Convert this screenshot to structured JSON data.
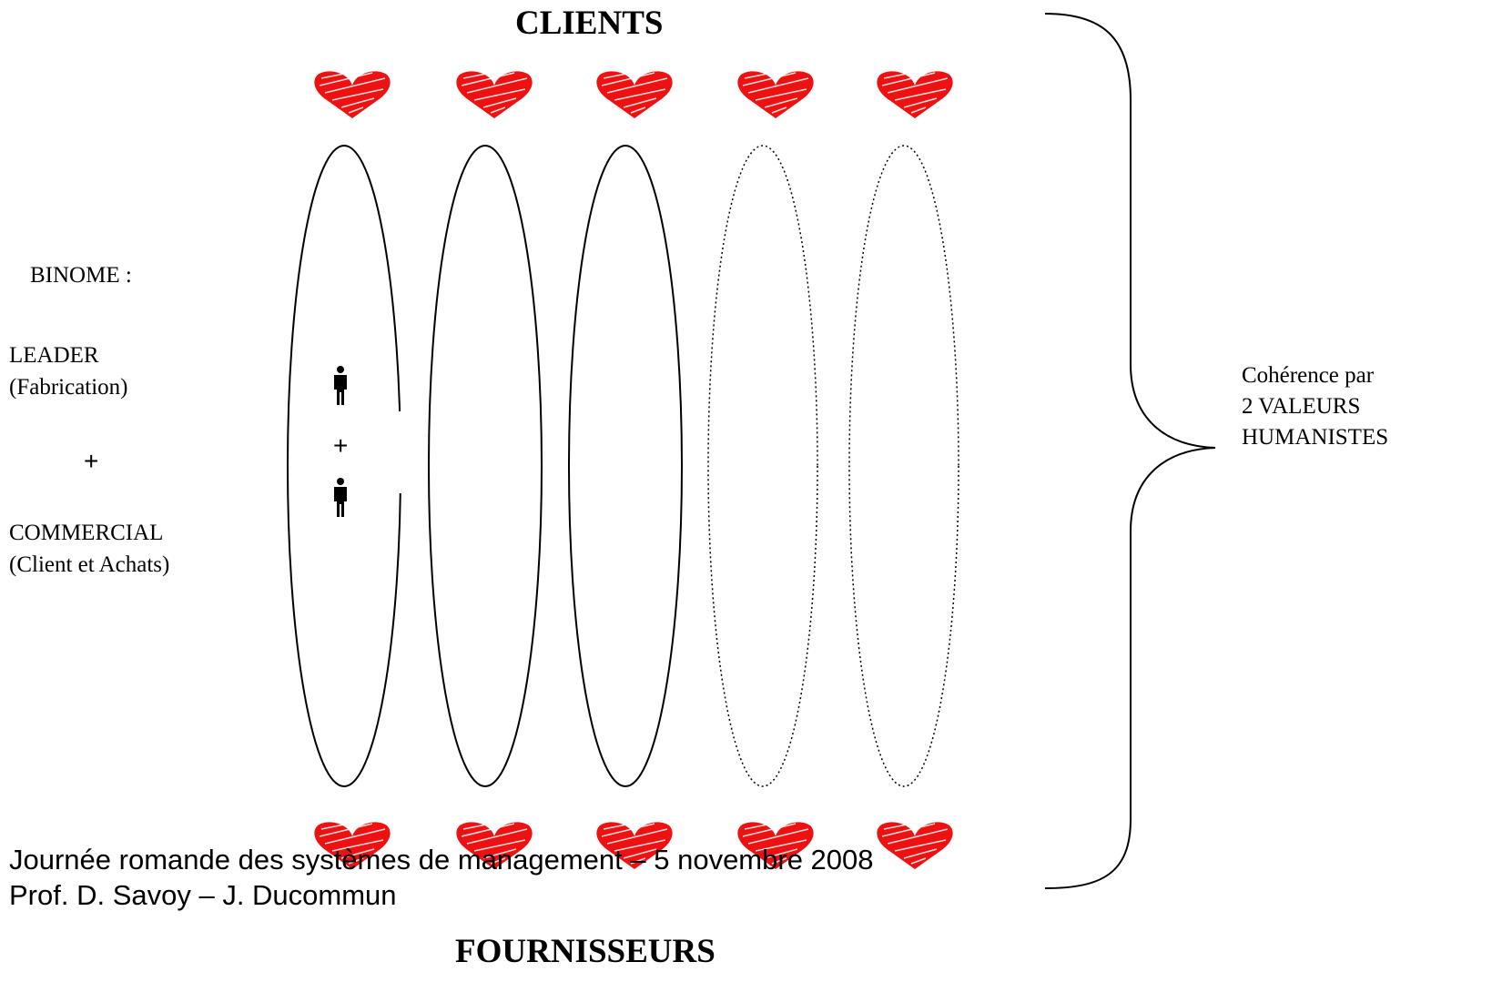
{
  "top_title": "CLIENTS",
  "bottom_title": "FOURNISSEURS",
  "left": {
    "heading": "BINOME :",
    "role1": "LEADER",
    "role1_detail": "(Fabrication)",
    "plus": "+",
    "role2": "COMMERCIAL",
    "role2_detail": "(Client et Achats)"
  },
  "inner_plus": "+",
  "right": {
    "line1": "Cohérence par",
    "line2": "2 VALEURS",
    "line3": "HUMANISTES"
  },
  "footer": {
    "line1": "Journée romande des systèmes de management – 5 novembre 2008",
    "line2": "Prof. D. Savoy – J. Ducommun"
  },
  "columns": [
    {
      "style": "solid"
    },
    {
      "style": "solid"
    },
    {
      "style": "solid"
    },
    {
      "style": "dotted"
    },
    {
      "style": "dotted"
    }
  ],
  "colors": {
    "heart": "#ee1111",
    "line": "#000000"
  },
  "icons": {
    "heart": "heart-icon",
    "person": "person-icon",
    "brace": "right-brace"
  }
}
